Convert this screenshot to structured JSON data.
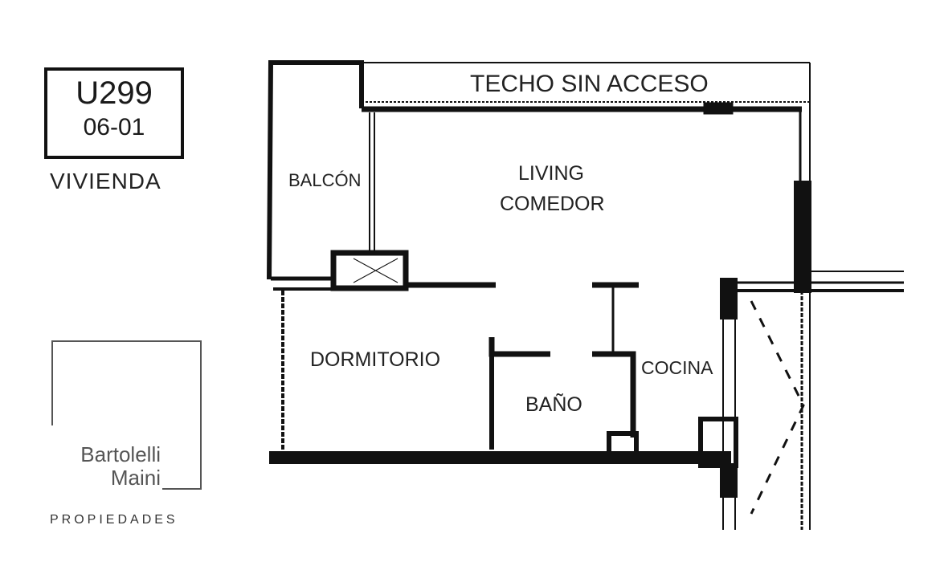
{
  "unit": {
    "code": "U299",
    "floor": "06-01",
    "type": "VIVIENDA"
  },
  "brand": {
    "line1": "Bartolelli",
    "line2": "Maini",
    "sub": "PROPIEDADES"
  },
  "rooms": {
    "roof": "TECHO SIN ACCESO",
    "balcony": "BALCÓN",
    "living": "LIVING",
    "dining": "COMEDOR",
    "bedroom": "DORMITORIO",
    "bathroom": "BAÑO",
    "kitchen": "COCINA"
  }
}
